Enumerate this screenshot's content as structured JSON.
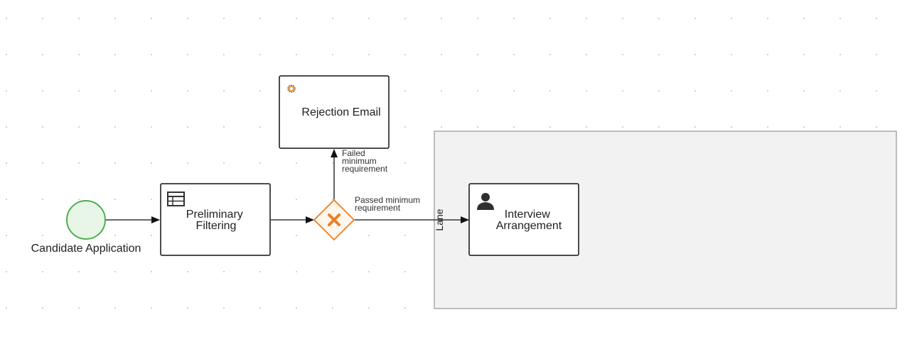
{
  "diagram": {
    "start_event": {
      "label": "Candidate Application"
    },
    "tasks": {
      "preliminary_filtering": {
        "lines": [
          "Preliminary",
          "Filtering"
        ],
        "icon": "table-icon"
      },
      "rejection_email": {
        "lines": [
          "Rejection Email"
        ],
        "icon": "service-gear-icon"
      },
      "interview_arrangement": {
        "lines": [
          "Interview",
          "Arrangement"
        ],
        "icon": "user-icon"
      }
    },
    "gateway": {
      "type": "exclusive",
      "icon": "x-icon"
    },
    "edges": {
      "failed": {
        "lines": [
          "Failed",
          "minimum",
          "requirement"
        ]
      },
      "passed": {
        "lines": [
          "Passed minimum",
          "requirement"
        ]
      }
    },
    "lane": {
      "label": "Lane"
    },
    "colors": {
      "start_stroke": "#4caf50",
      "start_fill": "#e8f6e8",
      "gateway_stroke": "#ee7e22",
      "gateway_fill": "#fff6ee",
      "lane_fill": "#f2f2f2",
      "lane_stroke": "#a9a9a9",
      "grid_dot": "#c4c4c4"
    }
  }
}
